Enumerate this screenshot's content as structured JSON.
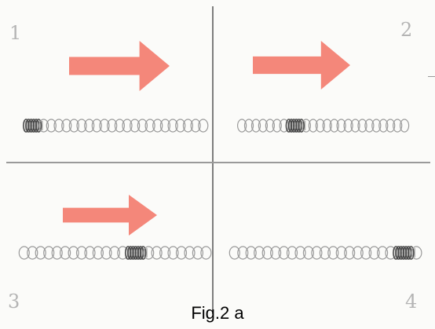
{
  "figure": {
    "caption": "Fig.2 a",
    "panels": [
      {
        "label": "1",
        "arrow": true,
        "compressed_loops": [
          0,
          6
        ]
      },
      {
        "label": "2",
        "arrow": true,
        "compressed_loops": [
          7,
          13
        ]
      },
      {
        "label": "3",
        "arrow": true,
        "compressed_loops": [
          13,
          20
        ]
      },
      {
        "label": "4",
        "arrow": false,
        "compressed_loops": [
          20,
          27
        ]
      }
    ]
  },
  "colors": {
    "arrow": "#f4877a",
    "coil_light": "#9a9a9a",
    "coil_dark": "#4a4a4a",
    "divider": "#8a8a8a",
    "label": "#b4b4b4"
  }
}
